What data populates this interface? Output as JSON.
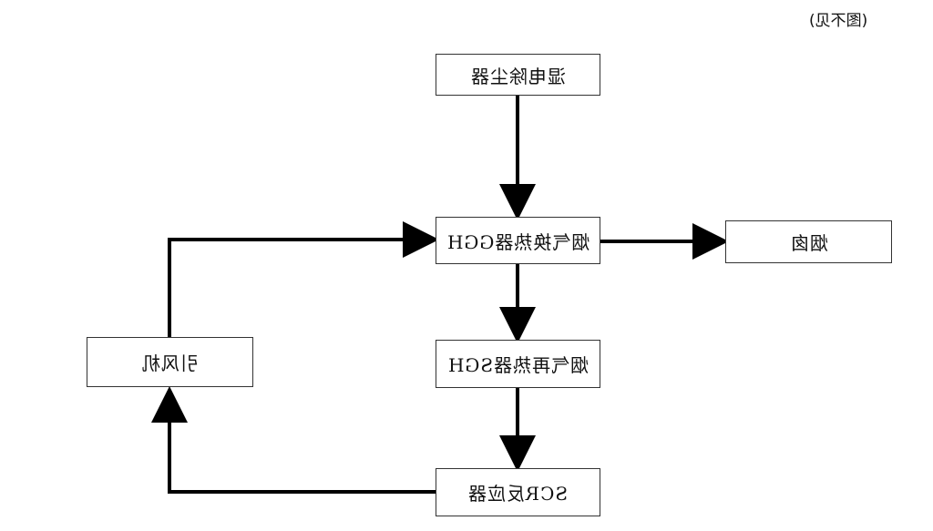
{
  "figure_note": "(图不见)",
  "nodes": {
    "wet_esp": "湿电除尘器",
    "ggh": "烟气换热器GGH",
    "chimney": "烟囱",
    "sgh": "烟气再热器SGH",
    "id_fan": "引风机",
    "scr": "SCR反应器"
  },
  "colors": {
    "line": "#000000",
    "box_border": "#333333"
  }
}
